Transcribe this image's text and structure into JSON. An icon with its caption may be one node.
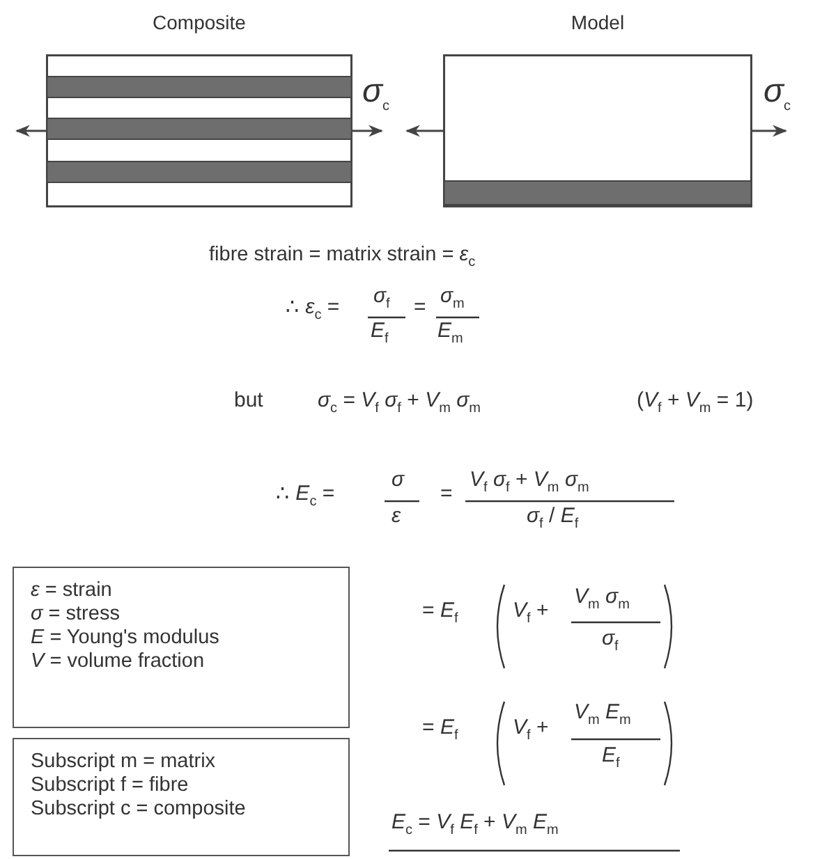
{
  "diagram": {
    "nodes": [
      {
        "text": [
          "Composite"
        ]
      },
      {
        "text": [
          "Model"
        ]
      },
      {
        "text": [
          "*ε* = strain",
          "*σ* = stress",
          "*E* = Young's modulus",
          "*V* = volume fraction"
        ]
      },
      {
        "text": [
          "Subscript m = matrix",
          "Subscript f = fibre",
          "Subscript c = composite"
        ]
      }
    ],
    "labels": [
      "*σ*$_{c}$",
      "*σ*$_{c}$",
      "fibre strain = matrix strain = *ε*$_{c}$",
      "∴ *ε*$_{c}$ =",
      "*σ*$_{f}$",
      "=",
      "*σ*$_{m}$",
      "*E*$_{f}$",
      "*E*$_{m}$",
      "but",
      "*σ*$_{c}$ = *V*$_{f}$ *σ*$_{f}$ + *V*$_{m}$ *σ*$_{m}$",
      "(*V*$_{f}$ + *V*$_{m}$ = 1)",
      "∴ *E*$_{c}$ =",
      "*σ*",
      "=",
      "*V*$_{f}$ *σ*$_{f}$ + *V*$_{m}$ *σ*$_{m}$",
      "*ε*",
      "*σ*$_{f}$ / *E*$_{f}$",
      "= *E*$_{f}$",
      "*V*$_{f}$ +",
      "*V*$_{m}$ *σ*$_{m}$",
      "*σ*$_{f}$",
      "= *E*$_{f}$",
      "*V*$_{f}$ +",
      "*V*$_{m}$ *E*$_{m}$",
      "*E*$_{f}$",
      "*E*$_{c}$ = *V*$_{f}$ *E*$_{f}$ + *V*$_{m}$ *E*$_{m}$"
    ]
  }
}
